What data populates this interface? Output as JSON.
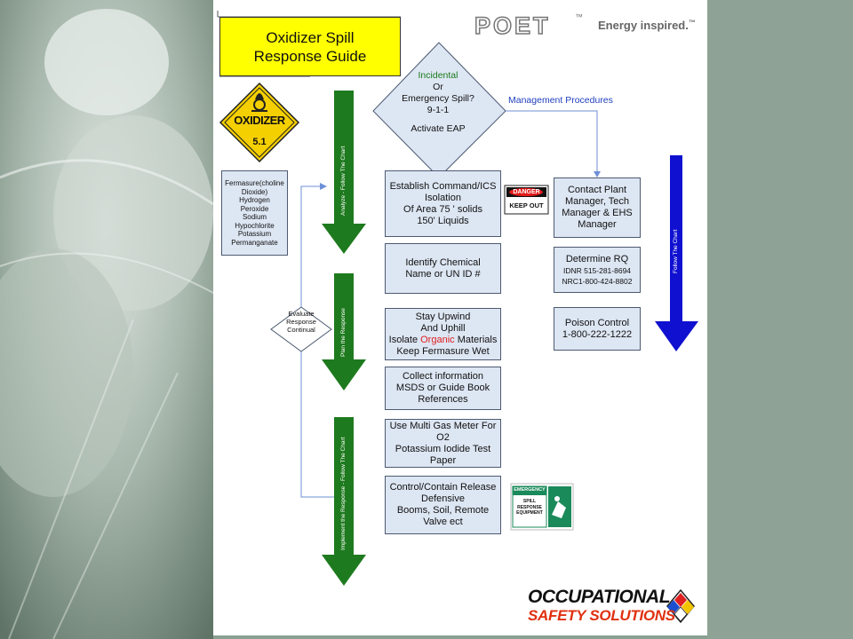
{
  "title": {
    "line1": "Oxidizer Spill",
    "line2": "Response Guide"
  },
  "logos": {
    "poet": "POET",
    "poet_tagline": "Energy inspired.",
    "tm": "™",
    "oss_line1": "OCCUPATIONAL",
    "oss_line2": "SAFETY SOLUTIONS"
  },
  "placard": {
    "word": "OXIDIZER",
    "class": "5.1"
  },
  "chemicals": [
    "Fermasure(choline",
    "Dioxide)",
    "Hydrogen Peroxide",
    "Sodium Hypochlorite",
    "Potassium",
    "Permanganate"
  ],
  "decision": {
    "incidental": "Incidental",
    "or": "Or",
    "emergency": "Emergency Spill?",
    "phone": "9-1-1",
    "action": "Activate EAP"
  },
  "management_label": "Management Procedures",
  "steps": {
    "command": [
      "Establish Command/ICS",
      "Isolation",
      "Of Area 75 ' solids",
      "150' Liquids"
    ],
    "identify": [
      "Identify Chemical",
      "Name or UN ID #"
    ],
    "upwind": {
      "l1": "Stay Upwind",
      "l2": "And Uphill",
      "l3a": "Isolate ",
      "l3b": "Organic",
      "l3c": " Materials",
      "l4": "Keep Fermasure Wet"
    },
    "collect": [
      "Collect information",
      "MSDS or Guide Book",
      "References"
    ],
    "gas": [
      "Use Multi Gas Meter For",
      "O2",
      "Potassium Iodide Test",
      "Paper"
    ],
    "control": [
      "Control/Contain Release",
      "Defensive",
      "Booms, Soil, Remote",
      "Valve ect"
    ]
  },
  "right_steps": {
    "contact": [
      "Contact Plant",
      "Manager, Tech",
      "Manager & EHS",
      "Manager"
    ],
    "rq_title": "Determine RQ",
    "rq_lines": [
      "IDNR 515-281-8694",
      "NRC1-800-424-8802"
    ],
    "poison": [
      "Poison Control",
      "1-800-222-1222"
    ]
  },
  "evaluate": [
    "Evaluate",
    "Response",
    "Continual"
  ],
  "danger_sign": {
    "top": "DANGER",
    "bottom": "KEEP OUT"
  },
  "spill_sign": {
    "top": "EMERGENCY",
    "l1": "SPILL",
    "l2": "RESPONSE",
    "l3": "EQUIPMENT"
  },
  "arrow_labels": {
    "analyze": "Analyze - Follow The Chart",
    "plan": "Plan the Response",
    "implement": "Implement the Response - Follow The Chart",
    "follow": "Follow The Chart"
  },
  "colors": {
    "title_bg": "#ffff00",
    "box_bg": "#dde6f3",
    "green_arrow": "#1e7a1e",
    "blue_arrow": "#1010d0",
    "placard": "#f5d000",
    "connector": "#6d8fd6"
  }
}
